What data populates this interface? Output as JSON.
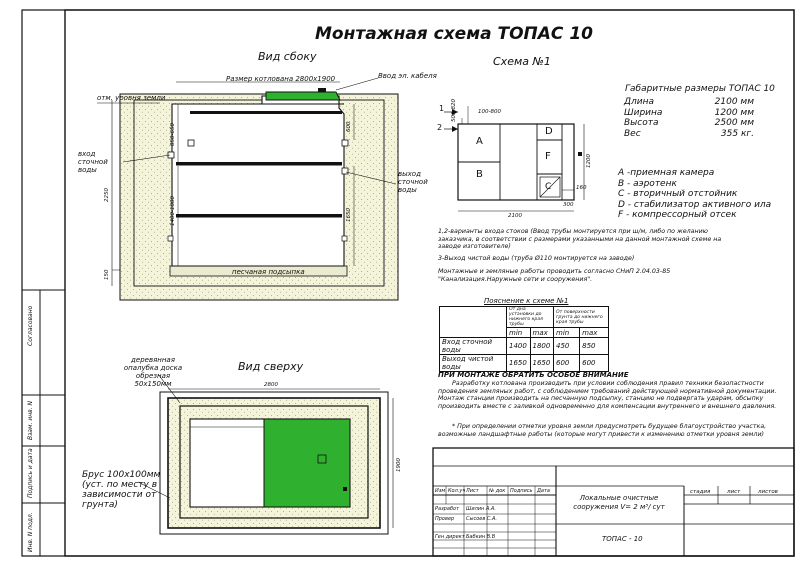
{
  "title": "Монтажная схема ТОПАС 10",
  "side_view": {
    "label": "Вид сбоку",
    "pit_size": "Размер котлована 2800х1900",
    "cable_entry": "Ввод эл. кабеля",
    "ground_level": "отм. уровня земли",
    "inlet": "вход сточной воды",
    "outlet": "выход сточной воды",
    "sand": "песчаная подсыпка",
    "dims": {
      "d850": "850-650",
      "d1400": "1400-1800",
      "d2250": "2250",
      "d150": "150",
      "d600": "600",
      "d1650": "1650"
    }
  },
  "scheme": {
    "label": "Схема №1",
    "dims": {
      "d100": "100-800",
      "d1200": "1200",
      "d2100": "2100",
      "d160": "160",
      "d300": "300",
      "d500": "500-820"
    },
    "markers": [
      "1",
      "2"
    ],
    "compartments": [
      "A",
      "B",
      "C",
      "D",
      "F"
    ]
  },
  "specs": {
    "heading": "Габаритные размеры ТОПАС 10",
    "rows": [
      {
        "name": "Длина",
        "value": "2100 мм"
      },
      {
        "name": "Ширина",
        "value": "1200 мм"
      },
      {
        "name": "Высота",
        "value": "2500 мм"
      },
      {
        "name": "Вес",
        "value": "355 кг."
      }
    ]
  },
  "legend": [
    "А -приемная камера",
    "В - аэротенк",
    "С - вторичный отстойник",
    "D - стабилизатор активного ила",
    "F - компрессорный отсек"
  ],
  "notes": {
    "n1": "1,2-варианты входа стоков (Ввод трубы монтируется при ш/м, либо по желанию заказчика, в соответствии с размерами указанными на данной монтажной схеме на заводе изготовителе)",
    "n2": "3-Выход чистой воды (труба Ø110 монтируется на заводе)",
    "n3": "Монтажные и земляные работы проводить согласно СНиП 2.04.03-85 \"Канализация.Наружные сети и сооружения\"."
  },
  "table": {
    "title": "Пояснение к схеме №1",
    "col_a": "От дна установки до нижнего края трубы",
    "col_b": "От поверхности грунта до нижнего края трубы",
    "min": "min",
    "max": "max",
    "rows": [
      {
        "label": "Вход сточной воды",
        "v": [
          "1400",
          "1800",
          "450",
          "850"
        ]
      },
      {
        "label": "Выход чистой воды",
        "v": [
          "1650",
          "1650",
          "600",
          "600"
        ]
      }
    ]
  },
  "warning": {
    "heading": "ПРИ МОНТАЖЕ ОБРАТИТЬ ОСОБОЕ ВНИМАНИЕ",
    "p1": "Разработку котлована производить при условии соблюдения правил техники безопастности проведения земляных работ, с соблюдением требований действующей нормативной документации. Монтаж станции производить на песчанную подсыпку, станцию не подвергать ударам, обсыпку производить вместе с заливкой одновременно для компенсации внутреннего и внешнего давления.",
    "p2": "* При определении отметки уровня земли предусмотреть будущее благоустройство участка, возможные ландшафтные работы (которые могут привести к изменению отметки уровня земли)"
  },
  "top_view": {
    "label": "Вид сверху",
    "formwork": "деревянная опалубка доска обрезная 50х150мм",
    "beam": "Брус 100х100мм (уст. по месту в зависимости от грунта)",
    "d2800": "2800",
    "d1900": "1900"
  },
  "stamp": {
    "headers": [
      "Изм",
      "Кол.уч",
      "Лист",
      "№ док",
      "Подпись",
      "Дата"
    ],
    "developed": "Разработ",
    "checked": "Провер",
    "gen_dir": "Ген директ",
    "dev_name": "Шилин А.А.",
    "chk_name": "Сысоев С.А.",
    "dir_name": "Бабкин В.В",
    "product": "Локальные очистные сооружения V= 2 м³/ сут",
    "stage": "стадия",
    "sheet": "лист",
    "sheets": "листов",
    "name": "ТОПАС - 10"
  },
  "side_stamp": [
    "Согласовано",
    "Взам. инв. N",
    "Подпись и дата",
    "Инв. N подл."
  ],
  "colors": {
    "green": "#2fb12f",
    "soil": "#f3f4d9",
    "line": "#111111"
  }
}
